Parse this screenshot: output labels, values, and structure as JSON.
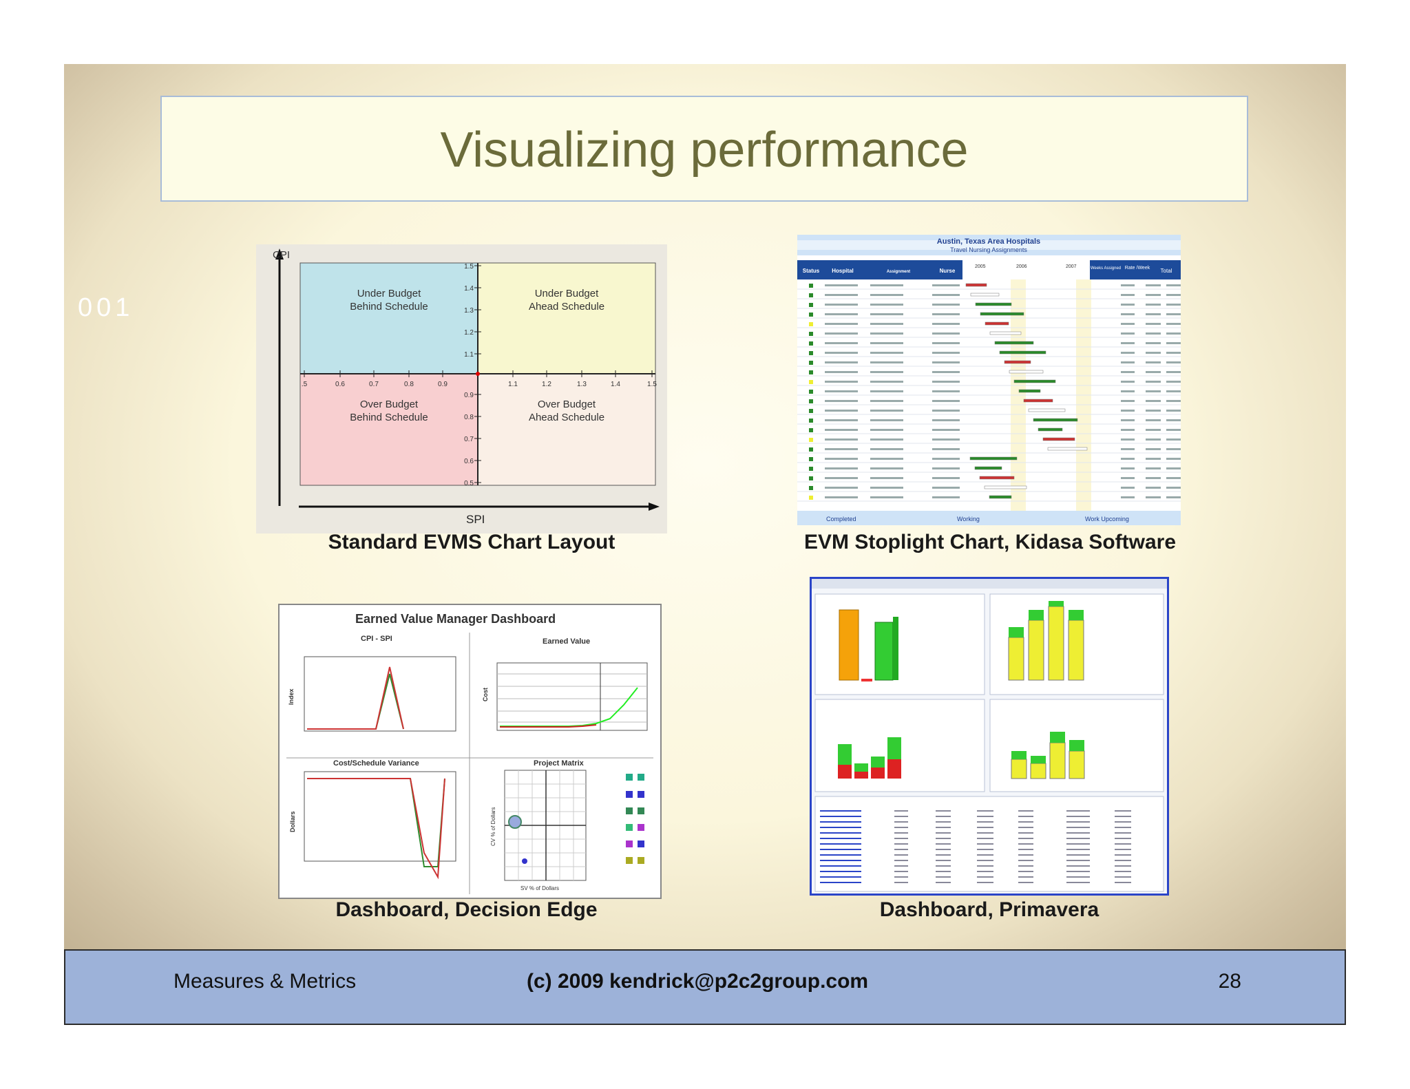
{
  "slide": {
    "title": "Visualizing performance",
    "side_code": "001"
  },
  "captions": {
    "evms": "Standard EVMS Chart Layout",
    "stoplight": "EVM Stoplight Chart, Kidasa Software",
    "decision_edge": "Dashboard, Decision Edge",
    "primavera": "Dashboard, Primavera"
  },
  "evms_chart": {
    "y_axis": "CPI",
    "x_axis": "SPI",
    "q_ul": [
      "Under Budget",
      "Behind Schedule"
    ],
    "q_ur": [
      "Under Budget",
      "Ahead Schedule"
    ],
    "q_ll": [
      "Over Budget",
      "Behind Schedule"
    ],
    "q_lr": [
      "Over Budget",
      "Ahead Schedule"
    ],
    "x_ticks": [
      ".5",
      "0.6",
      "0.7",
      "0.8",
      "0.9",
      "1.1",
      "1.2",
      "1.3",
      "1.4",
      "1.5"
    ],
    "y_ticks_top": [
      "1.5",
      "1.4",
      "1.3",
      "1.2",
      "1.1"
    ],
    "y_ticks_bottom": [
      "0.9",
      "0.8",
      "0.7",
      "0.6",
      "0.5"
    ],
    "colors": {
      "ul": "#bfe3ea",
      "ur": "#f8f7cf",
      "ll": "#f8cfd0",
      "lr": "#faefe6"
    }
  },
  "stoplight": {
    "title": "Austin, Texas  Area Hospitals",
    "subtitle": "Travel Nursing Assignments",
    "headers": [
      "Status",
      "Hospital",
      "Assignment",
      "Nurse",
      "2005",
      "2006",
      "2007",
      "Weeks Assigned",
      "Rate /Week",
      "Total"
    ],
    "legend": [
      "Completed",
      "Working",
      "Work Upcoming"
    ]
  },
  "decision_edge": {
    "title": "Earned Value Manager Dashboard",
    "panel_titles": [
      "CPI - SPI",
      "Earned Value",
      "Cost/Schedule Variance",
      "Project Matrix"
    ],
    "axis_labels": [
      "Index",
      "Cost",
      "Dollars",
      "CV % of Dollars",
      "SV % of Dollars"
    ]
  },
  "footer": {
    "left": "Measures & Metrics",
    "middle": "(c) 2009  kendrick@p2c2group.com",
    "page": "28"
  }
}
